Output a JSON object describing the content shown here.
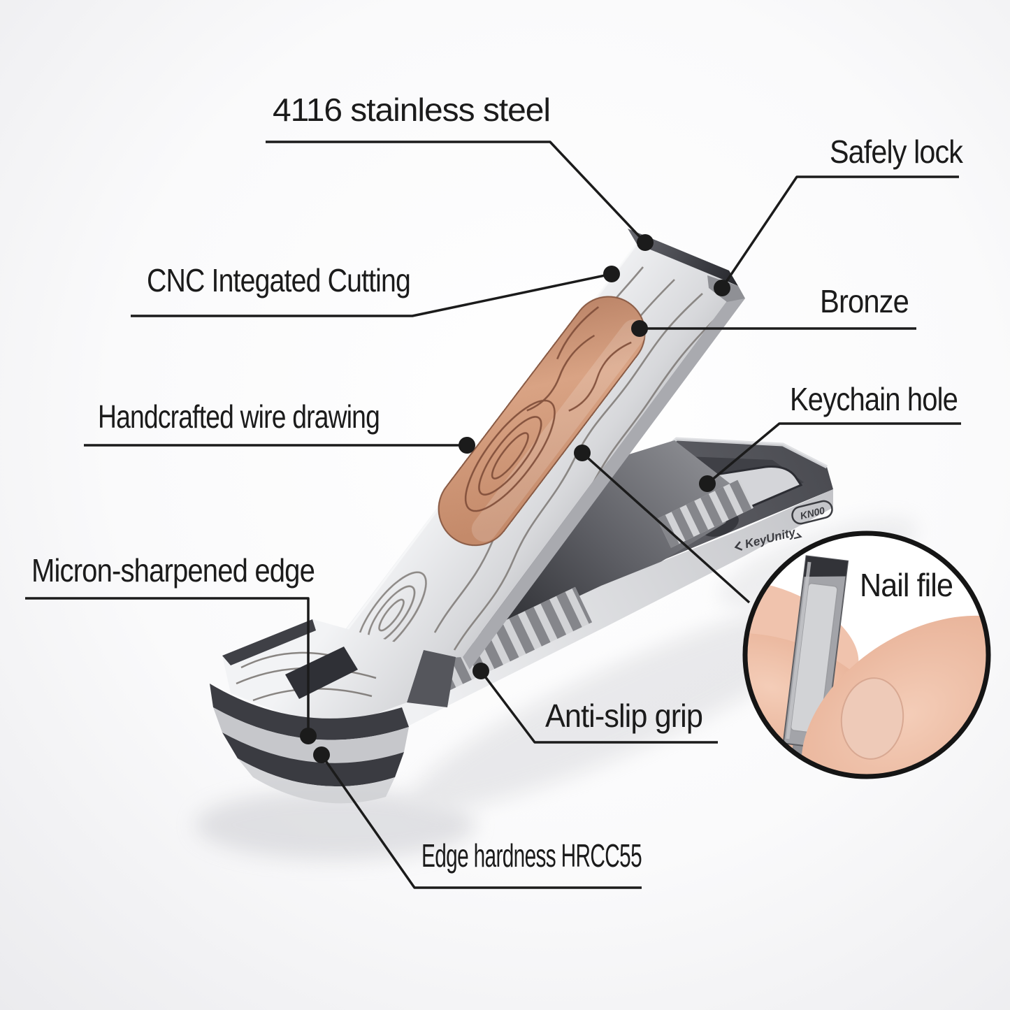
{
  "scene": {
    "description": "Annotated product photo of a folding EDC nail clipper with feature callout labels and a magnified inset of the hidden nail file",
    "background": "#f4f4f6"
  },
  "colors": {
    "label_text": "#1b1b1b",
    "leader_line": "#1b1b1b",
    "metal_light": "#eceded",
    "metal_mid": "#c2c3c7",
    "metal_dark": "#46474d",
    "bronze": "#b97f60",
    "skin": "#e9b9a2",
    "inset_ring": "#151515"
  },
  "annotations": [
    {
      "id": "stainless-steel",
      "label": "4116 stainless steel"
    },
    {
      "id": "safely-lock",
      "label": "Safely lock"
    },
    {
      "id": "cnc-cutting",
      "label": "CNC Integated Cutting"
    },
    {
      "id": "bronze",
      "label": "Bronze"
    },
    {
      "id": "keychain-hole",
      "label": "Keychain hole"
    },
    {
      "id": "wire-drawing",
      "label": "Handcrafted wire drawing"
    },
    {
      "id": "micron-edge",
      "label": "Micron-sharpened edge"
    },
    {
      "id": "anti-slip-grip",
      "label": "Anti-slip grip"
    },
    {
      "id": "edge-hardness",
      "label": "Edge hardness HRCC55"
    },
    {
      "id": "nail-file",
      "label": "Nail file"
    }
  ],
  "product": {
    "brand": "KeyUnity",
    "model": "KN00"
  }
}
